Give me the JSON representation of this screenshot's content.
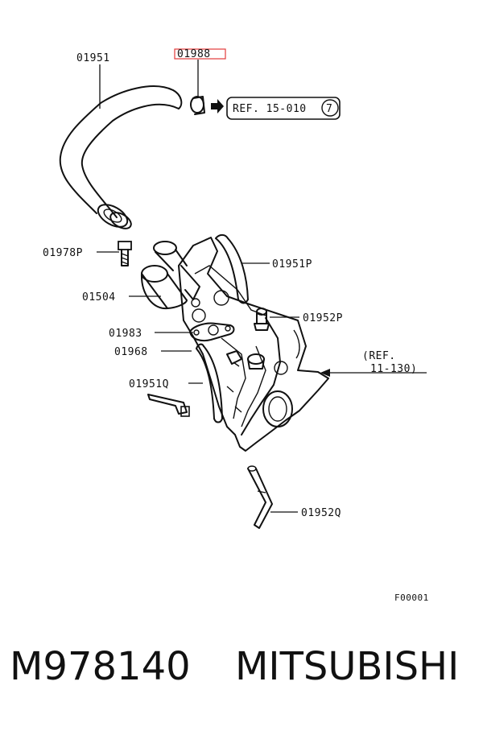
{
  "diagram": {
    "highlight_color": "#e23b3b",
    "labels": {
      "hose_top": "01951",
      "clamp": "01988",
      "ref_top": "REF. 15-010",
      "ref_top_circle": "7",
      "bolt": "01978P",
      "hose_p": "01951P",
      "valve": "01504",
      "fitting_p": "01952P",
      "gasket_a": "01983",
      "gasket_b": "01968",
      "ref_right_line1": "(REF.",
      "ref_right_line2": "11-130)",
      "hose_q": "01951Q",
      "pipe_q": "01952Q",
      "figure_code": "F00001"
    }
  },
  "footer": {
    "part_number": "M978140",
    "brand": "MITSUBISHI"
  }
}
